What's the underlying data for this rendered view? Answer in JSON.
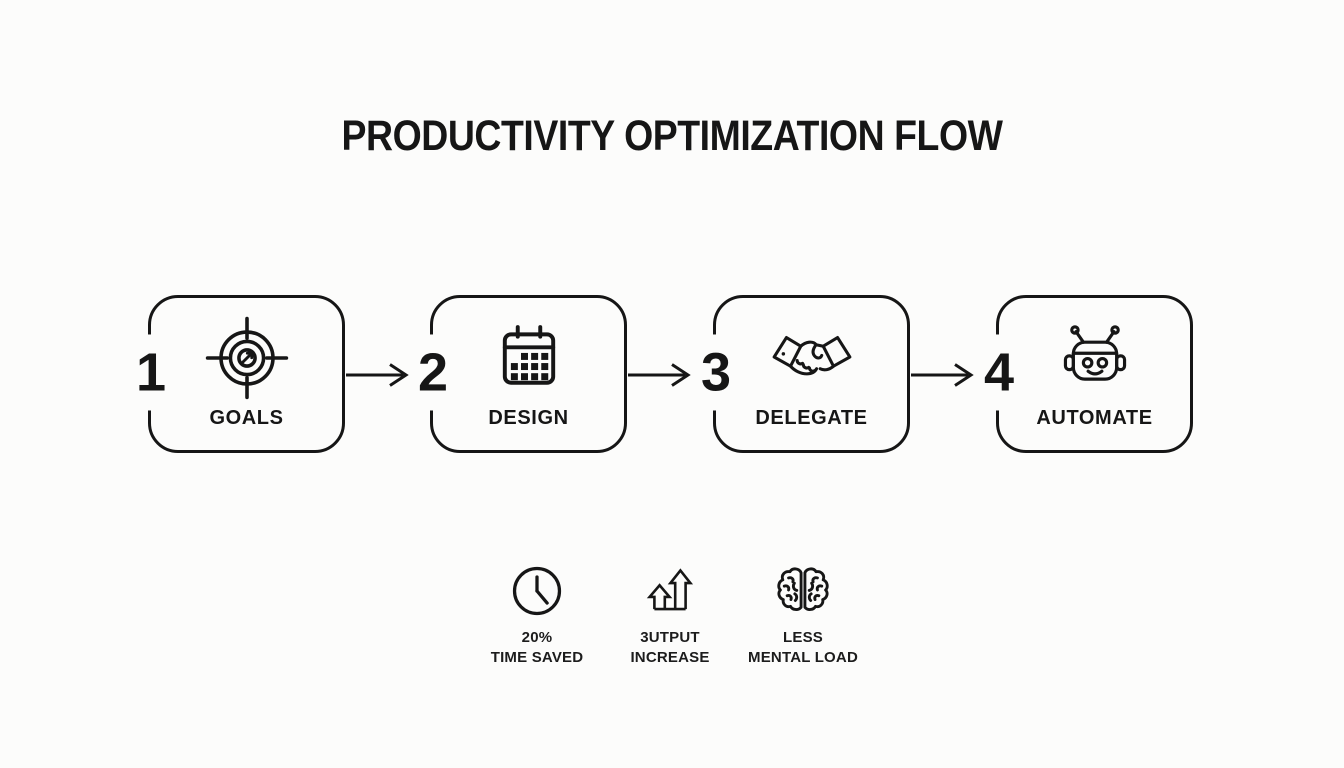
{
  "title": "PRODUCTIVITY OPTIMIZATION FLOW",
  "colors": {
    "background": "#fcfcfb",
    "ink": "#161616"
  },
  "flow": {
    "connector_icon": "arrow-right-icon",
    "steps": [
      {
        "number": "1",
        "label": "GOALS",
        "icon": "target-icon"
      },
      {
        "number": "2",
        "label": "DESIGN",
        "icon": "calendar-icon"
      },
      {
        "number": "3",
        "label": "DELEGATE",
        "icon": "handshake-icon"
      },
      {
        "number": "4",
        "label": "AUTOMATE",
        "icon": "robot-icon"
      }
    ]
  },
  "metrics": [
    {
      "icon": "clock-icon",
      "value": "20%",
      "label": "TIME SAVED"
    },
    {
      "icon": "growth-arrows-icon",
      "value": "3UTPUT",
      "label": "INCREASE"
    },
    {
      "icon": "brain-icon",
      "value": "LESS",
      "label": "MENTAL LOAD"
    }
  ]
}
